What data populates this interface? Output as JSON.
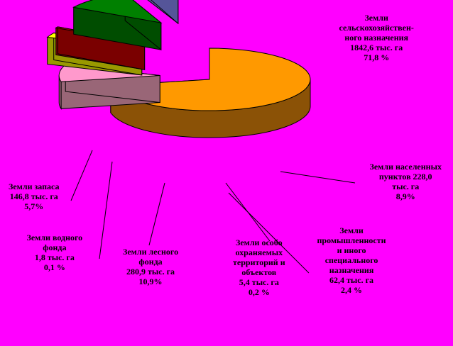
{
  "chart_data": {
    "type": "pie",
    "title": "",
    "style": "3d-exploded",
    "background": "#ff00ff",
    "slices": [
      {
        "key": "agri",
        "lines": [
          "Земли",
          "сельскохозяйствен-",
          "ного  назначения",
          "1842,6 тыс. га",
          "71,8 %"
        ],
        "value_thousand_ha": 1842.6,
        "percent": 71.8,
        "top_color": "#ff9900",
        "side_color": "#8b5206"
      },
      {
        "key": "settlements",
        "lines": [
          "Земли населенных",
          "пунктов  228,0",
          "тыс. га",
          "8,9%"
        ],
        "value_thousand_ha": 228.0,
        "percent": 8.9,
        "top_color": "#ff99cc",
        "side_color": "#996677"
      },
      {
        "key": "industry",
        "lines": [
          "Земли",
          "промышленности",
          "и иного",
          "специального",
          "назначения",
          "62,4 тыс. га",
          "2,4 %"
        ],
        "value_thousand_ha": 62.4,
        "percent": 2.4,
        "top_color": "#ffff00",
        "side_color": "#999900"
      },
      {
        "key": "protected",
        "lines": [
          "Земли особо",
          "охраняемых",
          "территорий и",
          "объектов",
          "5,4 тыс. га",
          "0,2 %"
        ],
        "value_thousand_ha": 5.4,
        "percent": 0.2,
        "top_color": "#cc0000",
        "side_color": "#7a0000"
      },
      {
        "key": "forest",
        "lines": [
          "Земли лесного",
          "фонда",
          "280,9 тыс. га",
          "10,9%"
        ],
        "value_thousand_ha": 280.9,
        "percent": 10.9,
        "top_color": "#008000",
        "side_color": "#004d00"
      },
      {
        "key": "water",
        "lines": [
          "Земли водного",
          "фонда",
          "1,8 тыс. га",
          "0,1 %"
        ],
        "value_thousand_ha": 1.8,
        "percent": 0.1,
        "top_color": "#9999ff",
        "side_color": "#555599"
      },
      {
        "key": "reserve",
        "lines": [
          "Земли запаса",
          "146,8 тыс. га",
          "5,7%"
        ],
        "value_thousand_ha": 146.8,
        "percent": 5.7,
        "top_color": "#00ffff",
        "side_color": "#008888"
      }
    ]
  }
}
